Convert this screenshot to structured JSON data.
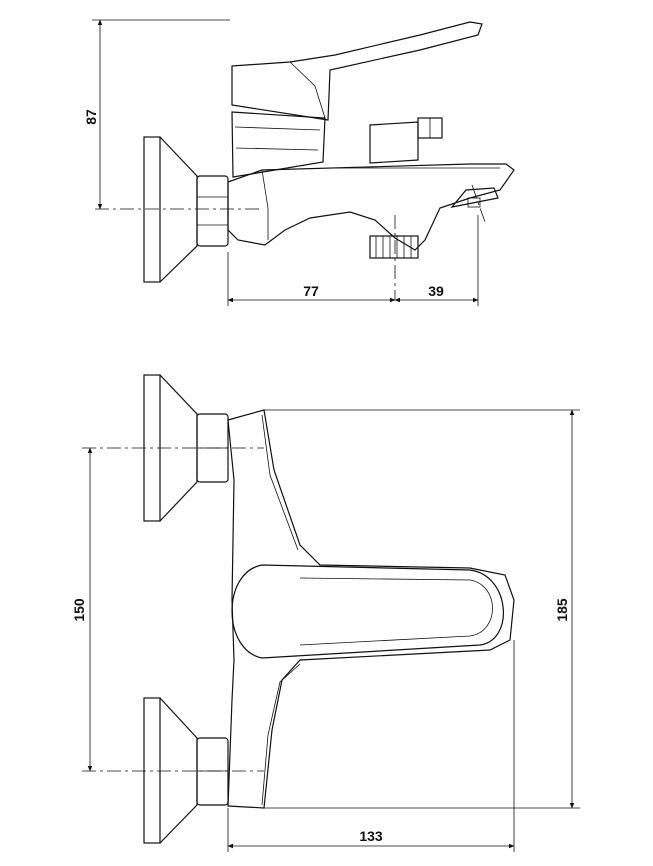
{
  "side_view": {
    "height_label": "87",
    "width_left_label": "77",
    "width_right_label": "39"
  },
  "top_view": {
    "centers_label": "150",
    "overall_length_label": "185",
    "depth_label": "133"
  },
  "colors": {
    "line": "#111111",
    "background": "#ffffff"
  }
}
